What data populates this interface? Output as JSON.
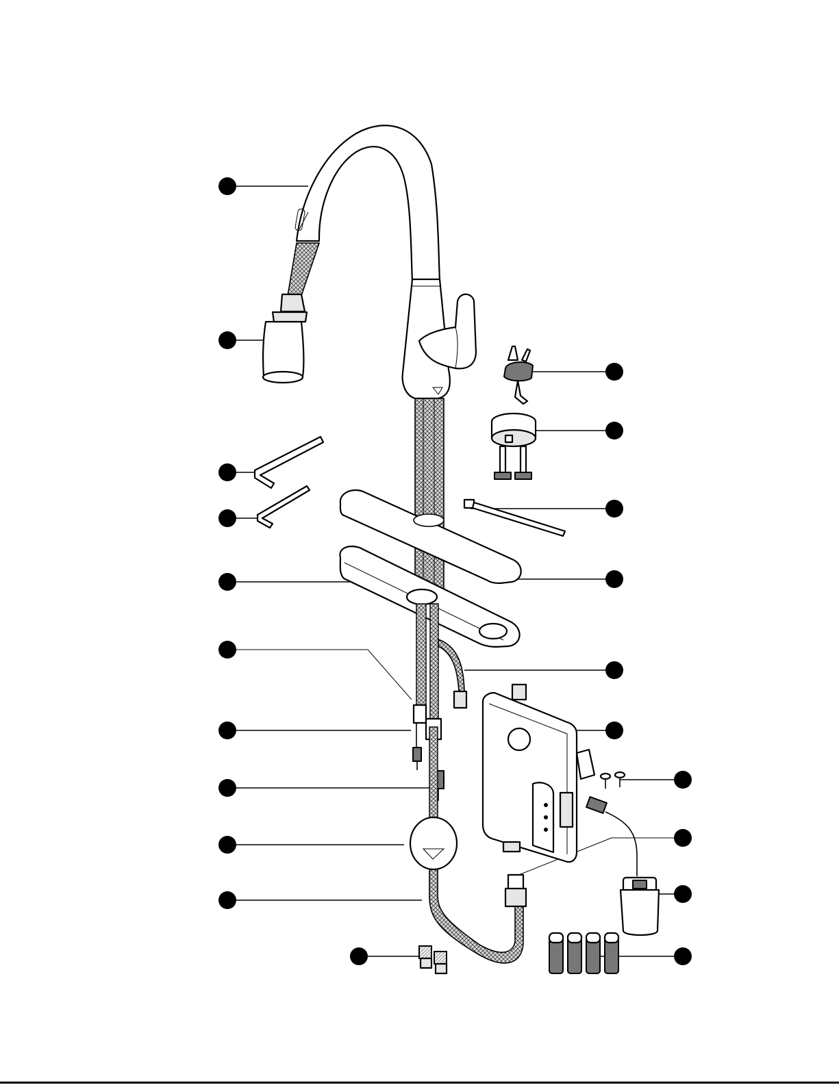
{
  "diagram": {
    "callout_count": 20,
    "callouts": [
      {
        "id": "c1",
        "part": "spout"
      },
      {
        "id": "c2",
        "part": "sprayhead"
      },
      {
        "id": "c3",
        "part": "hex-key-large"
      },
      {
        "id": "c4",
        "part": "hex-key-small"
      },
      {
        "id": "c5",
        "part": "escutcheon-gasket"
      },
      {
        "id": "c6",
        "part": "supply-hoses"
      },
      {
        "id": "c7",
        "part": "sensor-cable"
      },
      {
        "id": "c8",
        "part": "solenoid-connector"
      },
      {
        "id": "c9",
        "part": "hose-weight"
      },
      {
        "id": "c10",
        "part": "pulldown-hose"
      },
      {
        "id": "c11",
        "part": "adapters"
      },
      {
        "id": "c12",
        "part": "hose-clip"
      },
      {
        "id": "c13",
        "part": "mounting-nut-assembly"
      },
      {
        "id": "c14",
        "part": "cable-tie"
      },
      {
        "id": "c15",
        "part": "escutcheon-plate"
      },
      {
        "id": "c16",
        "part": "outlet-hose"
      },
      {
        "id": "c17",
        "part": "control-box"
      },
      {
        "id": "c18",
        "part": "screws"
      },
      {
        "id": "c19",
        "part": "quick-connect-fitting"
      },
      {
        "id": "c20",
        "part": "battery-pack"
      },
      {
        "id": "c21",
        "part": "batteries"
      }
    ]
  }
}
